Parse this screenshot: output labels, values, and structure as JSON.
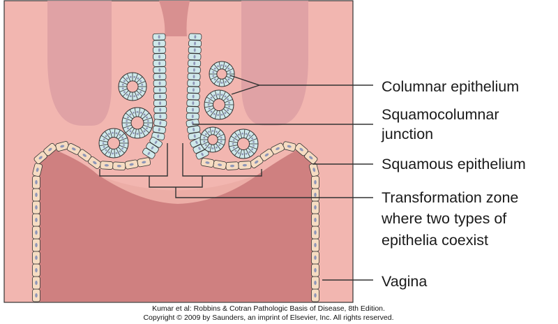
{
  "labels": {
    "columnar": "Columnar epithelium",
    "squamocolumnar_line1": "Squamocolumnar",
    "squamocolumnar_line2": "junction",
    "squamous": "Squamous epithelium",
    "transformation_line1": "Transformation zone",
    "transformation_line2": "where two types of",
    "transformation_line3": "epithelia coexist",
    "vagina": "Vagina"
  },
  "caption": {
    "line1": "Kumar et al: Robbins & Cotran Pathologic Basis of Disease, 8th Edition.",
    "line2": "Copyright © 2009 by Saunders, an imprint of Elsevier, Inc. All rights reserved."
  },
  "colors": {
    "background_tissue": "#f2b6b0",
    "vagina_lumen": "#cf8080",
    "glands_shadow": "#dd9fa3",
    "squamous_cell": "#f6dcc2",
    "columnar_cell": "#cfe8ea",
    "cell_nucleus": "#8e96b8",
    "outline": "#333333"
  }
}
